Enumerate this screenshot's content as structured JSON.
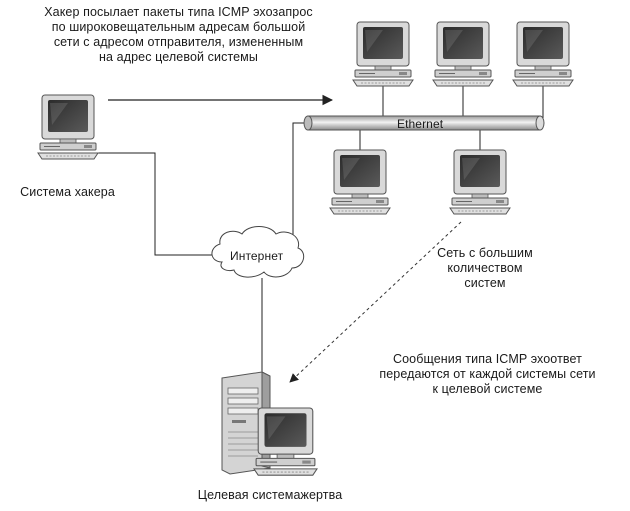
{
  "attacker_note": {
    "lines": [
      "Хакер посылает пакеты типа ICMP эхозапрос",
      "по широковещательным адресам большой",
      "сети с адресом отправителя, измененным",
      "на адрес целевой системы"
    ]
  },
  "hacker_system": {
    "label": "Система хакера"
  },
  "internet": {
    "label": "Интернет"
  },
  "ethernet": {
    "label": "Ethernet"
  },
  "large_network": {
    "lines": [
      "Сеть с большим",
      "количеством",
      "систем"
    ]
  },
  "reply_note": {
    "lines": [
      "Сообщения типа ICMP эхоответ",
      "передаются от каждой системы сети",
      "к целевой системе"
    ]
  },
  "victim": {
    "label": "Целевая системажертва"
  }
}
